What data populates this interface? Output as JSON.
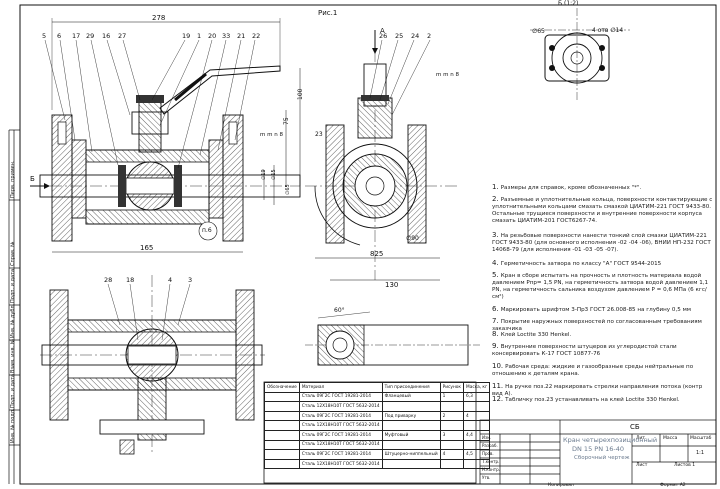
{
  "sheet": {
    "title": "Рис.1",
    "view_a": "А",
    "view_b": "Б",
    "view_b_top": "Б (1:2)",
    "footer_left": "Копировал",
    "footer_right": "Формат  А2"
  },
  "dimensions": {
    "d278": "278",
    "d165": "165",
    "d130": "130",
    "d825": "825",
    "d100": "100",
    "d75": "75",
    "d60": "60°",
    "phi65": "∅65",
    "phi90": "∅90",
    "phi14": "4 отв ∅14",
    "mmn8_1": "m m n 8",
    "mmn8_2": "m m n 8",
    "d23": "23",
    "p6": "п.6",
    "phi19": "∅19",
    "phi15": "∅15",
    "phi65s": "∅65"
  },
  "callouts_top": [
    "5",
    "6",
    "17",
    "29",
    "16",
    "27",
    "19",
    "1",
    "20",
    "33",
    "21",
    "22"
  ],
  "callouts_right": [
    "26",
    "25",
    "24",
    "2"
  ],
  "callouts_bottom": [
    "28",
    "18",
    "4",
    "3"
  ],
  "notes": [
    {
      "n": "1.",
      "text": "Размеры для справок, кроме обозначенных \"*\"."
    },
    {
      "n": "2.",
      "text": "Разъемные и уплотнительные кольца, поверхности контактирующие с уплотнительными кольцами смазать смазкой ЦИАТИМ-221 ГОСТ 9433-80. Остальные трущиеся поверхности и внутренние поверхности корпуса смазать ЦИАТИМ-201 ГОСТ6267-74."
    },
    {
      "n": "3.",
      "text": "На резьбовые поверхности нанести тонкий слой смазки ЦИАТИМ-221 ГОСТ 9433-80 (для основного исполнения -02 -04 -06), ВНИИ НП-232 ГОСТ 14068-79 (для исполнения -01 -03 -05 -07)."
    },
    {
      "n": "4.",
      "text": "Герметичность затвора по классу \"А\" ГОСТ 9544-2015"
    },
    {
      "n": "5.",
      "text": "Кран в сборе испытать на прочность и плотность материала водой давлением Рпр= 1,5 PN, на герметичность затвора водой давлением 1,1 PN, на герметичность сальника воздухом давлением  Р = 0,6 МПа (6 кгс/см²)"
    },
    {
      "n": "6.",
      "text": "Маркировать шрифтом 3-Пр3 ГОСТ 26.008-85 на глубину 0,5 мм"
    },
    {
      "n": "7.",
      "text": "Покрытие наружных поверхностей по согласованным требованиям заказчика"
    },
    {
      "n": "8.",
      "text": "Клей Loctite 330 Henkel."
    },
    {
      "n": "9.",
      "text": "Внутренние поверхности штуцеров из углеродистой стали консервировать К-17 ГОСТ 10877-76"
    },
    {
      "n": "10.",
      "text": "Рабочая среда: жидкие и газообразные среды нейтральные по отношению к деталям крана."
    },
    {
      "n": "11.",
      "text": "На ручке поз.22 маркировать стрелки направления потока (контр вид А)."
    },
    {
      "n": "12.",
      "text": "Табличку поз.23 устанавливать на клей Loctite 330 Henkel."
    }
  ],
  "materials_table": {
    "headers": [
      "Обозначение",
      "Материал",
      "Тип присоединения",
      "Рисунок",
      "Масса, кг"
    ],
    "rows": [
      [
        "",
        "Сталь 09Г2С ГОСТ 19281-2014",
        "Фланцевый",
        "1",
        "6,3"
      ],
      [
        "",
        "Сталь 12Х18Н10Т ГОСТ 5632-2014",
        "",
        "",
        ""
      ],
      [
        "",
        "Сталь 09Г2С ГОСТ 19281-2014",
        "Под приварку",
        "2",
        "4"
      ],
      [
        "",
        "Сталь 12Х18Н10Т ГОСТ 5632-2014",
        "",
        "",
        ""
      ],
      [
        "",
        "Сталь 09Г2С ГОСТ 19281-2014",
        "Муфтовый",
        "3",
        "4,4"
      ],
      [
        "",
        "Сталь 12Х18Н10Т ГОСТ 5632-2014",
        "",
        "",
        ""
      ],
      [
        "",
        "Сталь 09Г2С ГОСТ 19281-2014",
        "Штуцерно-ниппельный",
        "4",
        "4,5"
      ],
      [
        "",
        "Сталь 12Х18Н10Т ГОСТ 5632-2014",
        "",
        "",
        ""
      ]
    ]
  },
  "title_block": {
    "code": "СБ",
    "name_line1": "Кран четырехпозиционный",
    "name_line2": "DN 15 PN 16-40",
    "name_line3": "Сборочный чертеж",
    "lit": "Лит.",
    "mass": "Масса",
    "scale": "Масштаб",
    "scale_val": "1:1",
    "sheet": "Лист",
    "sheets": "Листов  1",
    "roles": [
      "Изм.",
      "Разраб.",
      "Пров.",
      "Т.контр.",
      "Н.контр.",
      "Утв."
    ]
  },
  "left_strip": [
    "Перв. примен.",
    "Справ. №",
    "Подп. и дата",
    "Инв. № дубл.",
    "Взам. инв. №",
    "Подп. и дата",
    "Инв. № подл."
  ]
}
